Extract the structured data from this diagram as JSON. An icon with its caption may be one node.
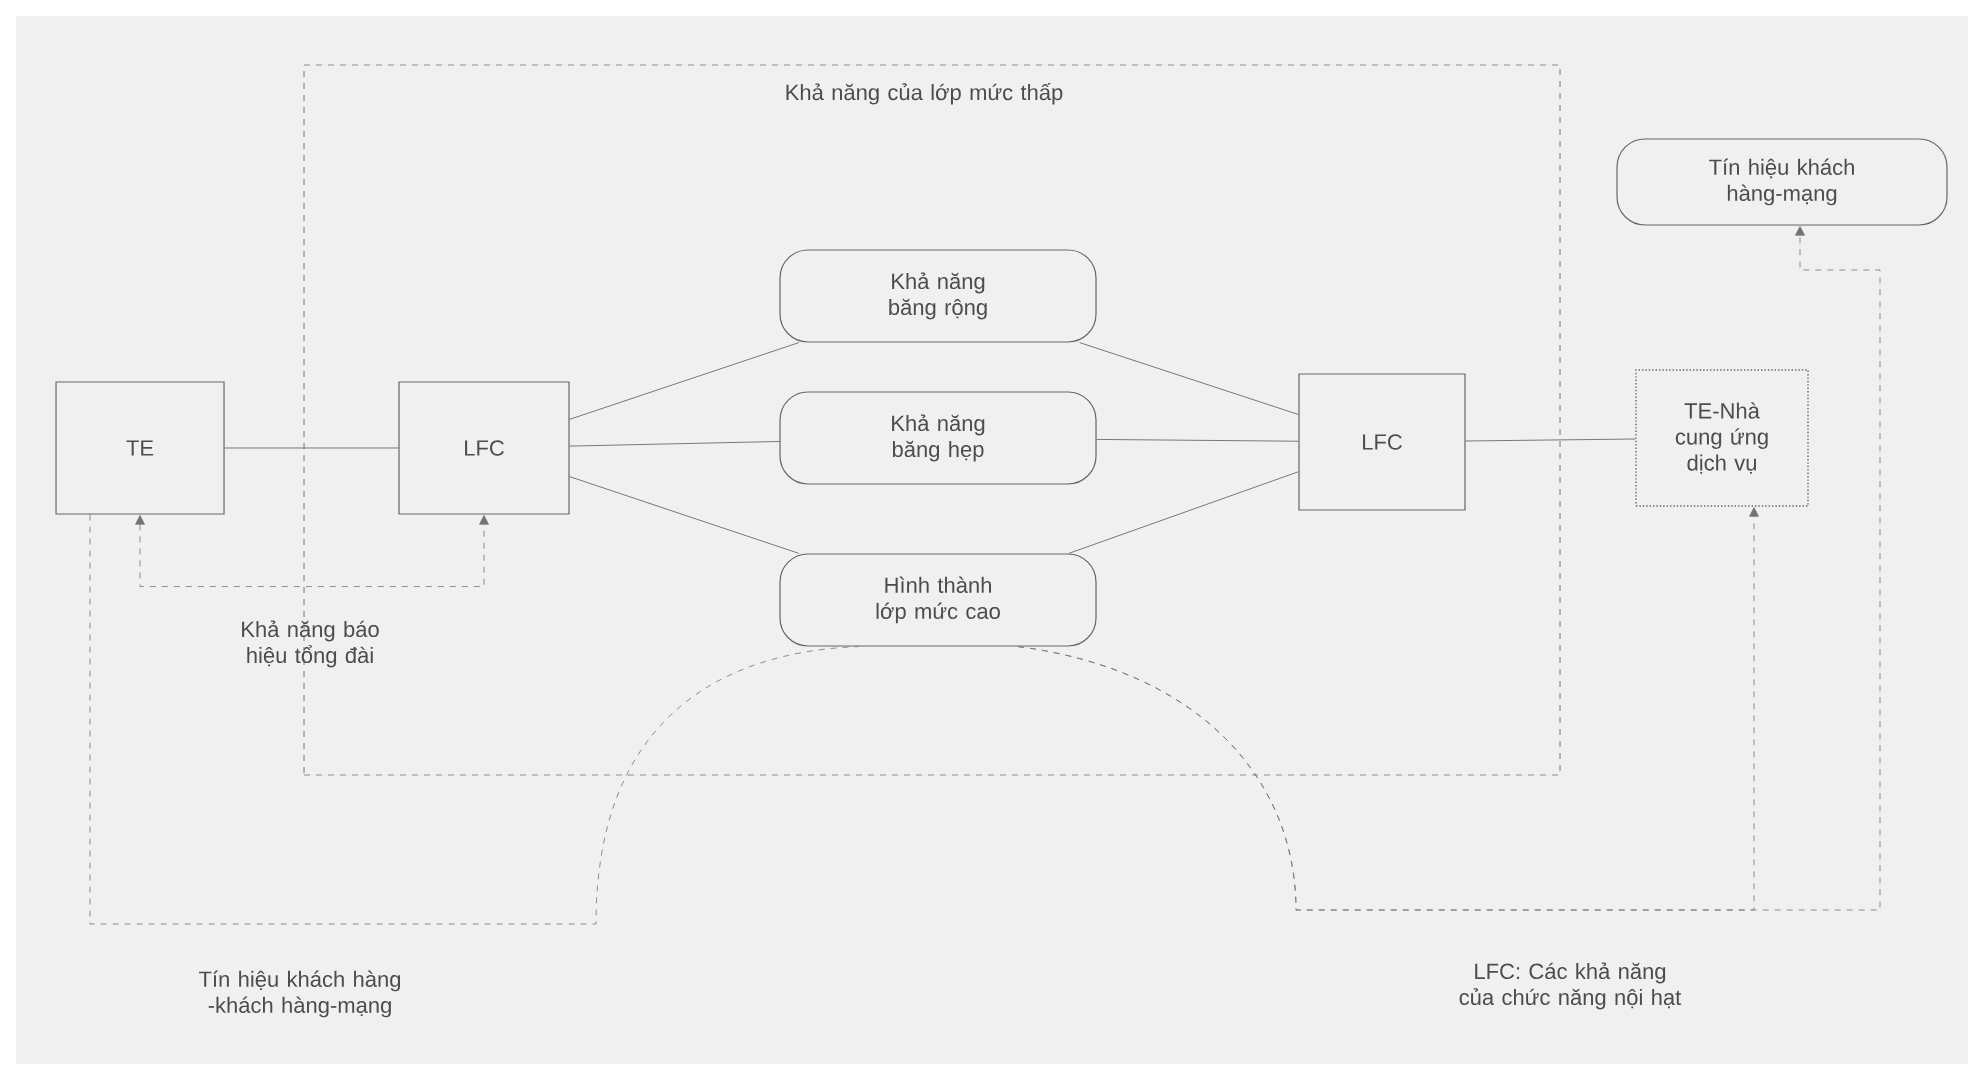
{
  "diagram": {
    "nodes": [
      {
        "text": [
          "Khả năng của lớp mức thấp"
        ]
      },
      {
        "text": [
          "TE"
        ]
      },
      {
        "text": [
          "LFC"
        ],
        "in": 0
      },
      {
        "text": [
          "Khả năng băng rộng"
        ],
        "in": 0
      },
      {
        "text": [
          "Khả năng băng hẹp"
        ],
        "in": 0
      },
      {
        "text": [
          "Hình thành lớp mức cao"
        ],
        "in": 0
      },
      {
        "text": [
          "LFC"
        ],
        "in": 0
      },
      {
        "text": [
          "TE-Nhà cung ứng dịch vụ"
        ]
      },
      {
        "text": [
          "Tín hiệu khách hàng-mạng"
        ]
      }
    ],
    "edges": [
      {
        "from": 1,
        "to": 2,
        "arrow": "none"
      },
      {
        "from": 2,
        "to": 3,
        "arrow": "none"
      },
      {
        "from": 2,
        "to": 4,
        "arrow": "none"
      },
      {
        "from": 2,
        "to": 5,
        "arrow": "none"
      },
      {
        "from": 3,
        "to": 6,
        "arrow": "none"
      },
      {
        "from": 4,
        "to": 6,
        "arrow": "none"
      },
      {
        "from": 5,
        "to": 6,
        "arrow": "none"
      },
      {
        "from": 6,
        "to": 7,
        "arrow": "none"
      },
      {
        "from": 1,
        "to": 2,
        "arrow": "both",
        "style": "dashed"
      },
      {
        "from": 1,
        "to": 5,
        "arrow": "none",
        "style": "dashed"
      },
      {
        "from": 5,
        "to": 7,
        "arrow": "to",
        "style": "dashed"
      },
      {
        "from": 5,
        "to": 8,
        "arrow": "to",
        "style": "dashed"
      }
    ],
    "labels": [
      "Khả năng báo hiệu tổng đài",
      "Tín hiệu khách hàng -khách hàng-mạng",
      "LFC: Các khả năng của chức năng nội hạt"
    ]
  }
}
